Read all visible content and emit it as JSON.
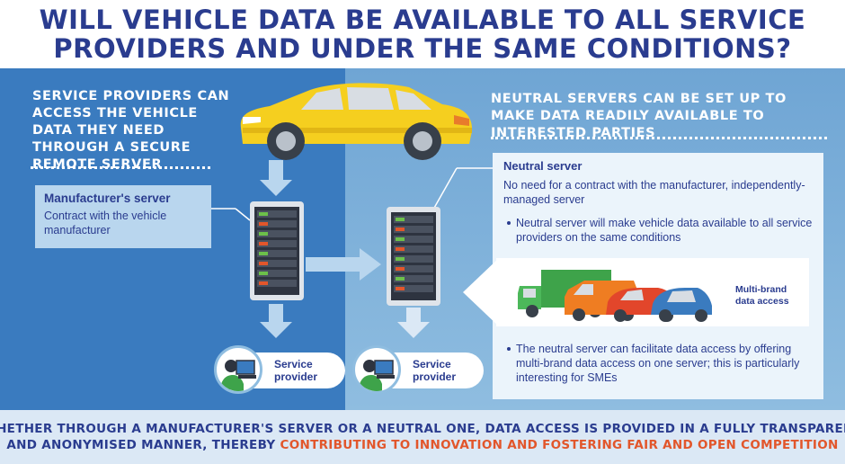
{
  "title": {
    "line1": "WILL VEHICLE DATA BE AVAILABLE TO ALL SERVICE",
    "line2": "PROVIDERS AND UNDER THE SAME CONDITIONS?"
  },
  "left": {
    "heading": "SERVICE PROVIDERS CAN ACCESS THE VEHICLE DATA THEY NEED THROUGH A SECURE REMOTE SERVER",
    "manufacturer_server": {
      "title": "Manufacturer's server",
      "text": "Contract with the vehicle manufacturer"
    },
    "service_provider": "Service provider"
  },
  "right": {
    "heading": "NEUTRAL SERVERS CAN BE SET UP TO MAKE DATA READILY AVAILABLE TO INTERESTED PARTIES",
    "neutral_server": {
      "title": "Neutral server",
      "text": "No need for a contract with the manufacturer, independently-managed server",
      "bullet1": "Neutral server will make vehicle data available to all service providers on the same conditions",
      "bullet2": "The neutral server can facilitate data access by offering multi-brand data access on one server; this is particularly interesting for SMEs"
    },
    "multibrand_label": "Multi-brand data access",
    "service_provider": "Service provider"
  },
  "footer": {
    "line1": "WHETHER THROUGH A MANUFACTURER'S SERVER OR A NEUTRAL ONE, DATA ACCESS IS PROVIDED IN A FULLY TRANSPARENT",
    "line2_plain": "AND ANONYMISED MANNER, THEREBY ",
    "line2_highlight": "CONTRIBUTING TO INNOVATION AND FOSTERING FAIR AND OPEN COMPETITION"
  },
  "colors": {
    "title_blue": "#2a3c8f",
    "left_panel": "#3a7bbf",
    "right_panel": "#8fbde0",
    "highlight_orange": "#e2562b",
    "car_yellow": "#f5cf1f"
  },
  "icons": [
    "car-icon",
    "server-icon",
    "arrow-icon",
    "vehicle-fleet-icon",
    "service-provider-icon"
  ]
}
